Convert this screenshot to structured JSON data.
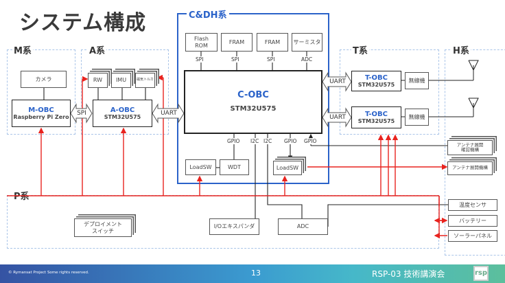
{
  "title": "システム構成",
  "regions": {
    "m": "M系",
    "a": "A系",
    "cdh": "C&DH系",
    "t": "T系",
    "h": "H系",
    "p": "P系"
  },
  "m_sys": {
    "camera": "カメラ",
    "obc_name": "M-OBC",
    "obc_sub": "Raspberry Pi Zero"
  },
  "a_sys": {
    "rw": "RW",
    "imu": "IMU",
    "mtq": "磁気トルカ",
    "obc_name": "A-OBC",
    "obc_sub": "STM32U575"
  },
  "links": {
    "spi_ma": "SPI",
    "uart_ac": "UART",
    "uart_ct1": "UART",
    "uart_ct2": "UART"
  },
  "cdh": {
    "flash": "Flash ROM",
    "fram1": "FRAM",
    "fram2": "FRAM",
    "thermistor": "サーミスタ",
    "bus": [
      "SPI",
      "SPI",
      "SPI",
      "ADC"
    ],
    "obc_name": "C-OBC",
    "obc_sub": "STM32U575",
    "pins": [
      "GPIO",
      "I2C",
      "I2C",
      "GPIO",
      "GPIO"
    ],
    "loadsw1": "LoadSW",
    "wdt": "WDT",
    "loadsw2": "LoadSW"
  },
  "t_sys": {
    "obc_name": "T-OBC",
    "obc_sub": "STM32U575",
    "radio": "無線機"
  },
  "h_sys": {
    "antenna_check": "アンテナ展開確認機構",
    "antenna_deploy": "アンテナ展開機構"
  },
  "p_sys": {
    "deploy_switch": "デプロイメントスイッチ",
    "io_expander": "I/Oエキスパンダ",
    "adc": "ADC",
    "temp_sensor": "温度センサ",
    "battery": "バッテリー",
    "solar": "ソーラーパネル"
  },
  "footer": {
    "copyright": "© Rymansat Project Some rights reserved.",
    "page": "13",
    "event": "RSP-03 技術講演会",
    "logo": "rsp"
  },
  "colors": {
    "cdh_border": "#2a62c9",
    "power_line": "#e8231f",
    "region_dash": "#a9c4e8"
  }
}
